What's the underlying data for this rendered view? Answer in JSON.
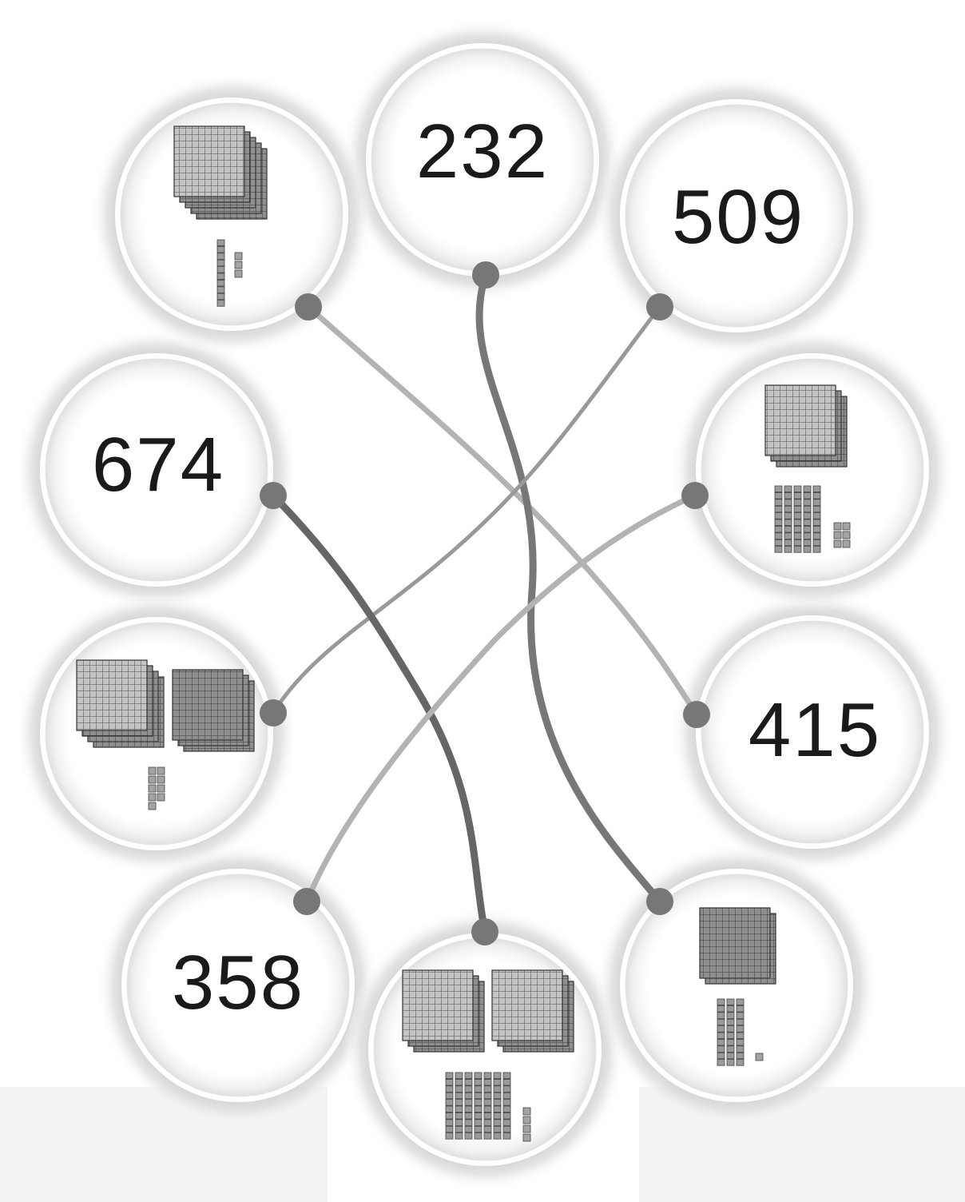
{
  "circles": [
    {
      "id": "c-232",
      "kind": "number",
      "text": "232"
    },
    {
      "id": "c-509",
      "kind": "number",
      "text": "509"
    },
    {
      "id": "c-674",
      "kind": "number",
      "text": "674"
    },
    {
      "id": "c-415",
      "kind": "number",
      "text": "415"
    },
    {
      "id": "c-358",
      "kind": "number",
      "text": "358"
    },
    {
      "id": "c-blocks-tl",
      "kind": "blocks",
      "hundreds": 5,
      "tens": 1,
      "ones": 3
    },
    {
      "id": "c-blocks-r",
      "kind": "blocks",
      "hundreds": 3,
      "tens": 5,
      "ones": 6
    },
    {
      "id": "c-blocks-l",
      "kind": "blocks",
      "hundreds": 7,
      "tens": 0,
      "ones": 9
    },
    {
      "id": "c-blocks-b",
      "kind": "blocks",
      "hundreds": 6,
      "tens": 7,
      "ones": 4
    },
    {
      "id": "c-blocks-br",
      "kind": "blocks",
      "hundreds": 2,
      "tens": 3,
      "ones": 1
    }
  ],
  "connections": [
    {
      "from": "c-blocks-tl",
      "to": "c-415",
      "shade": "light"
    },
    {
      "from": "c-232",
      "to": "c-blocks-br",
      "shade": "dark"
    },
    {
      "from": "c-509",
      "to": "c-blocks-l",
      "shade": "mid"
    },
    {
      "from": "c-674",
      "to": "c-blocks-b",
      "shade": "darker"
    },
    {
      "from": "c-blocks-r",
      "to": "c-358",
      "shade": "light"
    }
  ],
  "colors": {
    "background": "#ffffff",
    "ring": "#ffffff",
    "ring_shadow": "#b9b9b9",
    "text": "#1a1a1a",
    "block_light": "#bdbdbd",
    "block_dark": "#8e8e8e",
    "grid": "#555555",
    "wire_light": "#b3b3b3",
    "wire_mid": "#999999",
    "wire_dark": "#777777",
    "wire_darker": "#666666",
    "dot": "#777777"
  }
}
